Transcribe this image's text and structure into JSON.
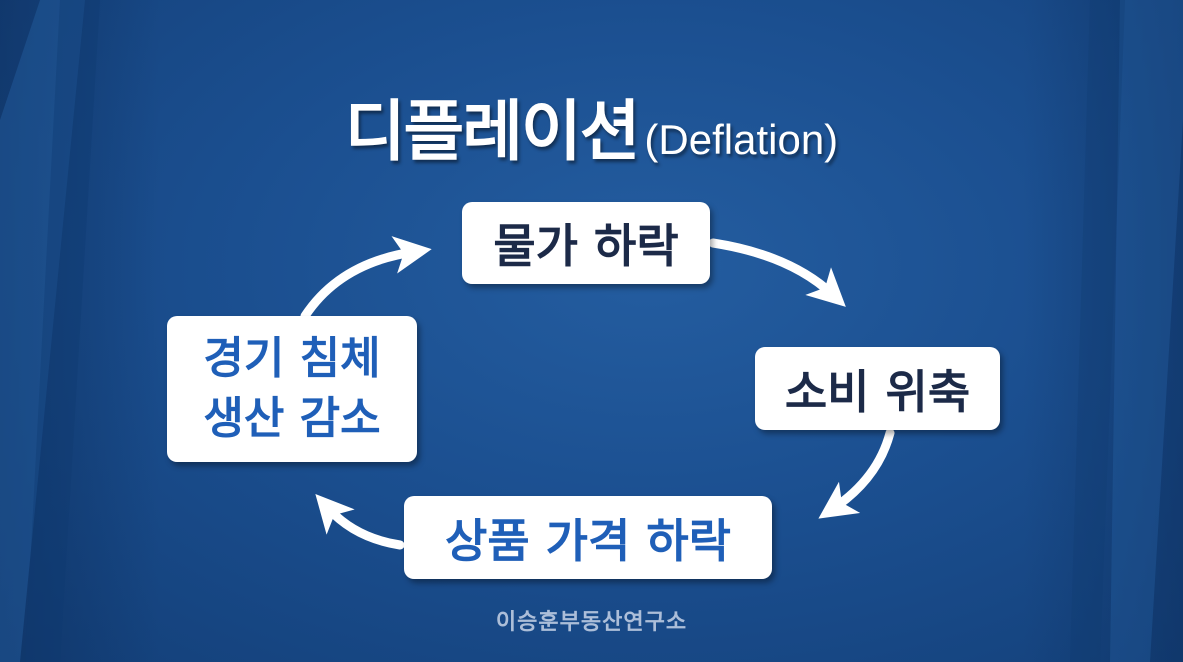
{
  "title": {
    "korean": "디플레이션",
    "english": "(Deflation)"
  },
  "cycle": {
    "price_drop": "물가 하락",
    "consumption_shrink": "소비 위축",
    "goods_price_drop": "상품 가격 하락",
    "recession_line1": "경기 침체",
    "recession_line2": "생산 감소"
  },
  "footer": {
    "watermark": "이승훈부동산연구소"
  },
  "colors": {
    "background": "#1b4f90",
    "box": "#ffffff",
    "dark_text": "#1c2a48",
    "blue_text": "#1f5fb8",
    "arrow": "#ffffff"
  }
}
